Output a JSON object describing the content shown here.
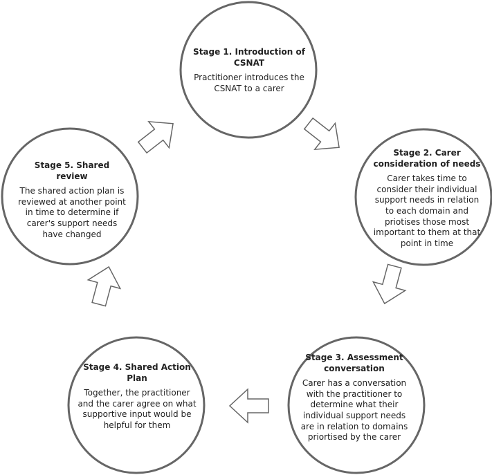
{
  "stages": [
    {
      "title": "Stage 1. Introduction of CSNAT",
      "description": "Practitioner introduces the CSNAT to a carer"
    },
    {
      "title": "Stage 2. Carer consideration of needs",
      "description": "Carer takes time to consider their individual support needs in relation to each domain and priotises those most important to them at that point in time"
    },
    {
      "title": "Stage 3. Assessment conversation",
      "description": "Carer has a conversation with the practitioner to determine what  their individual support needs are in relation to domains priortised by the carer"
    },
    {
      "title": "Stage 4. Shared Action Plan",
      "description": "Together, the practitioner and the carer agree on what supportive input would be helpful for them"
    },
    {
      "title": "Stage 5. Shared review",
      "description": "The shared action plan is reviewed at another point in time to determine if carer's support needs have changed"
    }
  ],
  "colors": {
    "circle_stroke": "#666666",
    "arrow_stroke": "#666666",
    "fill": "#ffffff",
    "text": "#222222"
  }
}
